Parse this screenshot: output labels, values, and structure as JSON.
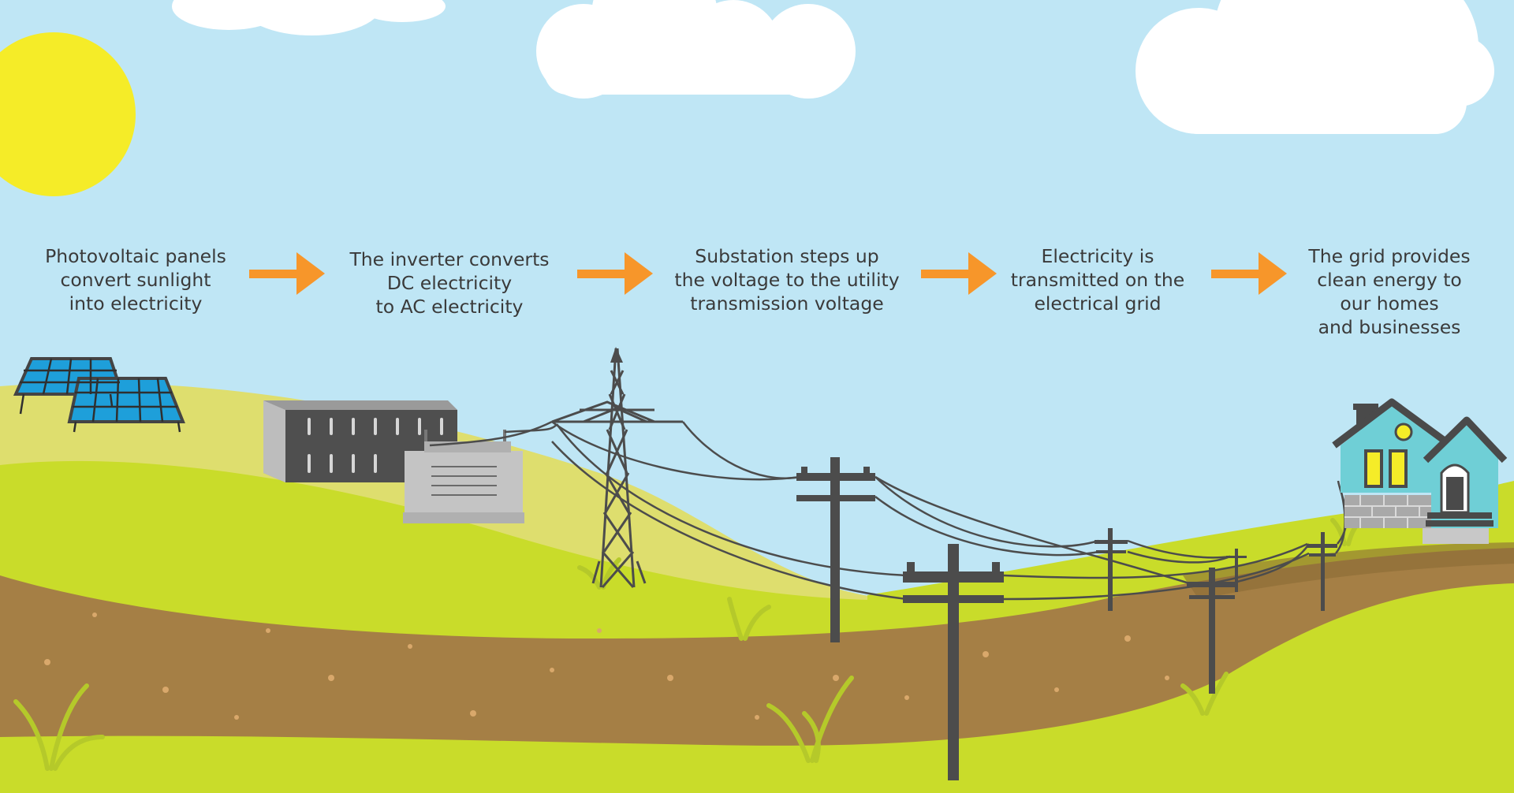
{
  "steps": [
    {
      "text": "Photovoltaic panels\nconvert sunlight\ninto electricity"
    },
    {
      "text": "The inverter converts\nDC electricity\nto AC electricity"
    },
    {
      "text": "Substation steps up\nthe voltage to the utility\ntransmission voltage"
    },
    {
      "text": "Electricity is\ntransmitted on the\nelectrical grid"
    },
    {
      "text": "The grid provides\nclean energy to\nour homes\nand businesses"
    }
  ],
  "colors": {
    "sky": "#bfe6f5",
    "sun": "#f5ec28",
    "cloud": "#ffffff",
    "arrow": "#f7962a",
    "hill_far": "#dede6e",
    "hill_near": "#c9dc2a",
    "road": "#a57f45",
    "metal": "#4c4c4c",
    "panel": "#1e9fda",
    "house": "#6fcfd6",
    "window": "#f5ec28",
    "text": "#3a3a3a"
  },
  "icons": [
    "sun-icon",
    "cloud-icon",
    "solar-panel-icon",
    "inverter-icon",
    "transmission-tower-icon",
    "utility-pole-icon",
    "house-icon",
    "arrow-right-icon",
    "grass-icon"
  ]
}
